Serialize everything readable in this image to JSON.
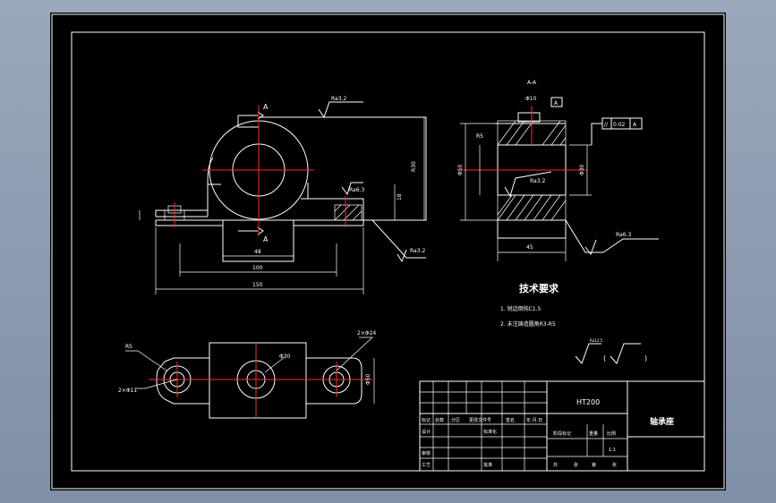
{
  "labels": {
    "section_a_top": "A",
    "section_a_bottom": "A",
    "section_title": "A-A",
    "datum_a": "A",
    "roughness_top": "Ra3.2",
    "roughness_bottom_left": "Ra3.2",
    "roughness_shoulder": "Ra6.3",
    "roughness_bore": "Ra3.2",
    "roughness_right": "Ra6.3",
    "roughness_general": "Ra12.5",
    "dim_48": "48",
    "dim_100": "100",
    "dim_150": "150",
    "dim_45": "45",
    "dim_phi10": "Φ10",
    "dim_2xphi11": "2×Φ11",
    "dim_2xphi24": "2×Φ24",
    "dim_r5": "R5",
    "dim_phi30": "Φ30",
    "dim_phi50": "Φ50",
    "dim_r30": "R30",
    "dim_t": "18",
    "tolerance_symbol": "//",
    "tolerance_value": "0.02",
    "tolerance_datum": "A",
    "paren_open": "(",
    "paren_close": ")"
  },
  "tech_requirements": {
    "title": "技术要求",
    "items": [
      "1. 锐边倒钝C1.5",
      "2. 未注铸造圆角R3-R5"
    ]
  },
  "title_block": {
    "material": "HT200",
    "part_name": "轴承座",
    "row_labels": [
      "标记",
      "处数",
      "分区",
      "更改文件号",
      "签名",
      "年.月.日"
    ],
    "designer": "设计",
    "standardization": "标准化",
    "stage_mark": "阶段标记",
    "weight": "重量",
    "scale": "比例",
    "scale_value": "1:1",
    "reviewer": "审核",
    "process": "工艺",
    "approve": "批准",
    "sheet_info": [
      "共",
      "张",
      "第",
      "张"
    ]
  }
}
